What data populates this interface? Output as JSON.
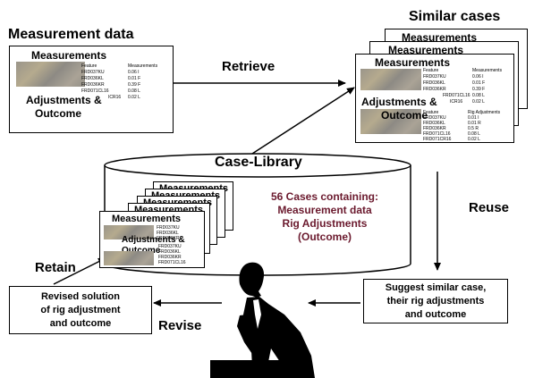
{
  "title_measurement_data": "Measurement data",
  "title_similar_cases": "Similar cases",
  "arrow_retrieve": "Retrieve",
  "arrow_reuse": "Reuse",
  "arrow_revise": "Revise",
  "arrow_retain": "Retain",
  "library_label": "Case-Library",
  "library_text": [
    "56 Cases containing:",
    "Measurement data",
    "Rig Adjustments",
    "(Outcome)"
  ],
  "card": {
    "measurements_heading": "Measurements",
    "adjustments_heading_line1": "Adjustments &",
    "adjustments_heading_line2": "Outcome",
    "adjustments_heading_short": "Adjustments &",
    "outcome_short": "Outcome",
    "table_header_feature": "Feature",
    "table_header_measurements": "Measurements",
    "table_header_rig": "Rig Adjustments",
    "meas_rows": [
      {
        "feature": "FRD037KU",
        "value": "0.06 I"
      },
      {
        "feature": "FRD036KL",
        "value": "0.01 F"
      },
      {
        "feature": "FRD036KR",
        "value": "0.39 F"
      },
      {
        "feature": "FRD071CL16",
        "value": "0.08 L"
      },
      {
        "feature": "ICR16",
        "value": "0.02 L"
      }
    ],
    "rig_rows": [
      {
        "feature": "FRD037KU",
        "value": "0.01 I"
      },
      {
        "feature": "FRD036KL",
        "value": "0.01 R"
      },
      {
        "feature": "FRD036KR",
        "value": "0.5 R"
      },
      {
        "feature": "FRD071CL16",
        "value": "0.08 L"
      },
      {
        "feature": "FRD071CR16",
        "value": "0.02 L"
      }
    ]
  },
  "suggest_box": [
    "Suggest similar case,",
    "their rig adjustments",
    "and outcome"
  ],
  "revised_box": [
    "Revised solution",
    "of rig adjustment",
    "and outcome"
  ],
  "colors": {
    "library_text": "#6b1a2e",
    "ink": "#000000"
  }
}
